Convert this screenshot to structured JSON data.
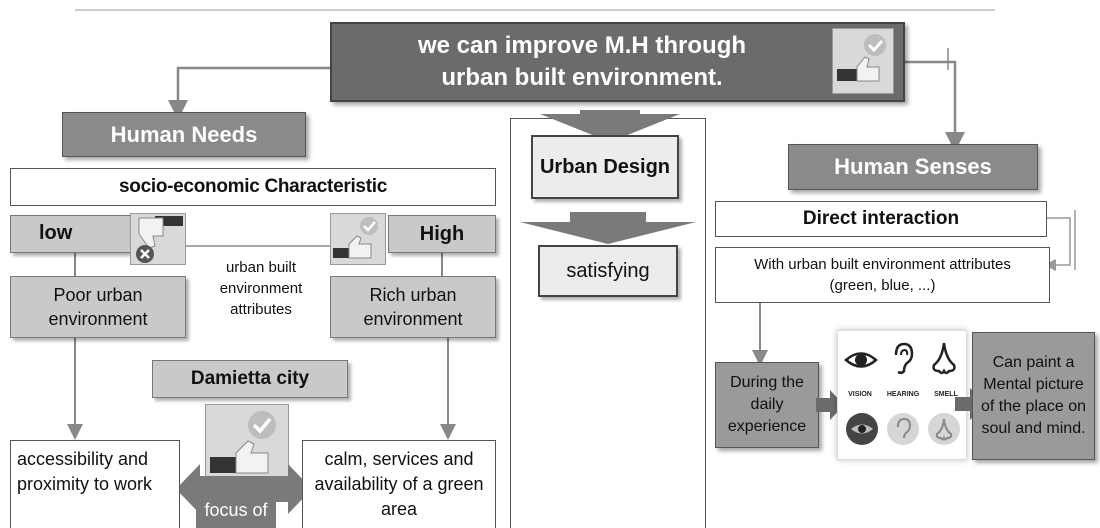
{
  "header": {
    "title_line1": "we can improve M.H through",
    "title_line2": "urban built environment."
  },
  "left": {
    "heading": "Human Needs",
    "characteristic": "socio-economic Characteristic",
    "low": "low",
    "high": "High",
    "attributes": "urban built environment attributes",
    "poor_env": "Poor urban environment",
    "rich_env": "Rich urban environment",
    "city": "Damietta city",
    "low_outcome": "accessibility and proximity to work",
    "high_outcome": "calm, services and availability of a green area",
    "focus": "focus of"
  },
  "center": {
    "urban_design": "Urban Design",
    "satisfying": "satisfying"
  },
  "right": {
    "heading": "Human Senses",
    "direct": "Direct interaction",
    "with_env": "With urban built environment attributes (green, blue, ...)",
    "daily": "During the daily experience",
    "mental": "Can paint a Mental picture of the place on soul and mind.",
    "senses": {
      "vision": "VISION",
      "hearing": "HEARING",
      "smell": "SMELL"
    }
  },
  "colors": {
    "dark_box": "#6b6b6b",
    "mid_box": "#8a8a8a",
    "light_box": "#c9c9c9",
    "connector": "#888888"
  },
  "icons": [
    "thumbs-up-check-icon",
    "thumbs-down-x-icon",
    "eye-icon",
    "ear-icon",
    "nose-icon"
  ]
}
